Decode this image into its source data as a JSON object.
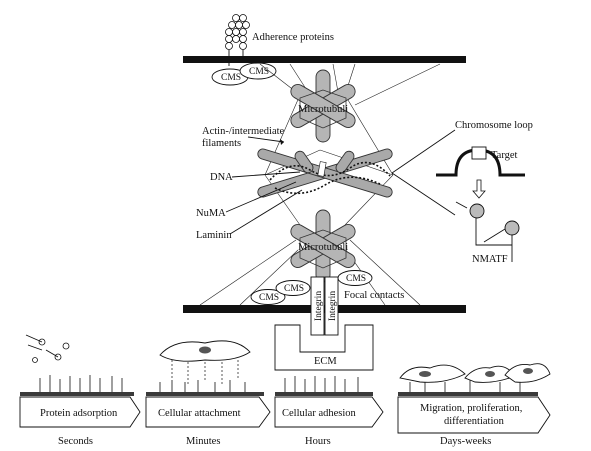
{
  "labels": {
    "adherence": "Adherence proteins",
    "cms": "CMS",
    "microtubuli": "Microtubuli",
    "actin_filaments_1": "Actin-/intermediate",
    "actin_filaments_2": "filaments",
    "dna": "DNA",
    "numa": "NuMA",
    "laminin": "Laminin",
    "chromosome_loop": "Chromosome loop",
    "target": "Target",
    "nmatf": "NMATF",
    "integrin": "Integrin",
    "focal_contacts": "Focal contacts",
    "ecm": "ECM"
  },
  "stages": [
    {
      "label": "Protein adsorption",
      "time": "Seconds"
    },
    {
      "label": "Cellular attachment",
      "time": "Minutes"
    },
    {
      "label": "Cellular adhesion",
      "time": "Hours"
    },
    {
      "label_line1": "Migration, proliferation,",
      "label_line2": "differentiation",
      "time": "Days-weeks"
    }
  ],
  "colors": {
    "bar": "#111111",
    "filament_fill": "#a9a9a9",
    "microtubule_fill": "#b5b5b5",
    "substrate": "#3a3a3a"
  }
}
